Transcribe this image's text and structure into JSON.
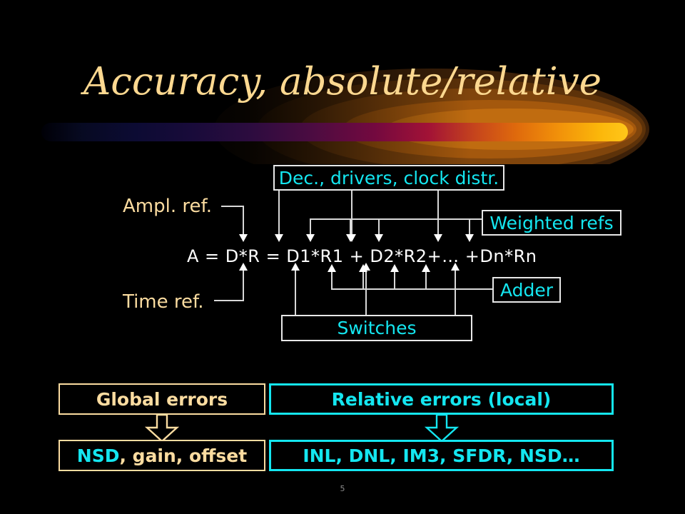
{
  "slide": {
    "title": "Accuracy, absolute/relative",
    "page_number": "5",
    "background_color": "#000000",
    "title_color": "#fcd890",
    "accent_cyan": "#14e6f0",
    "accent_tan": "#fbdca0",
    "line_color": "#d8d8d8"
  },
  "diagram": {
    "formula": "A = D*R = D1*R1 + D2*R2+… +Dn*Rn",
    "boxes": {
      "decoder": "Dec., drivers, clock distr.",
      "weighted_refs": "Weighted refs",
      "adder": "Adder",
      "switches": "Switches"
    },
    "labels": {
      "ampl_ref": "Ampl. ref.",
      "time_ref": "Time ref."
    }
  },
  "errors": {
    "global_heading": "Global errors",
    "global_items_cyan": "NSD",
    "global_items_tan": ", gain, offset",
    "relative_heading": "Relative errors (local)",
    "relative_items": "INL, DNL, IM3, SFDR, NSD…"
  }
}
